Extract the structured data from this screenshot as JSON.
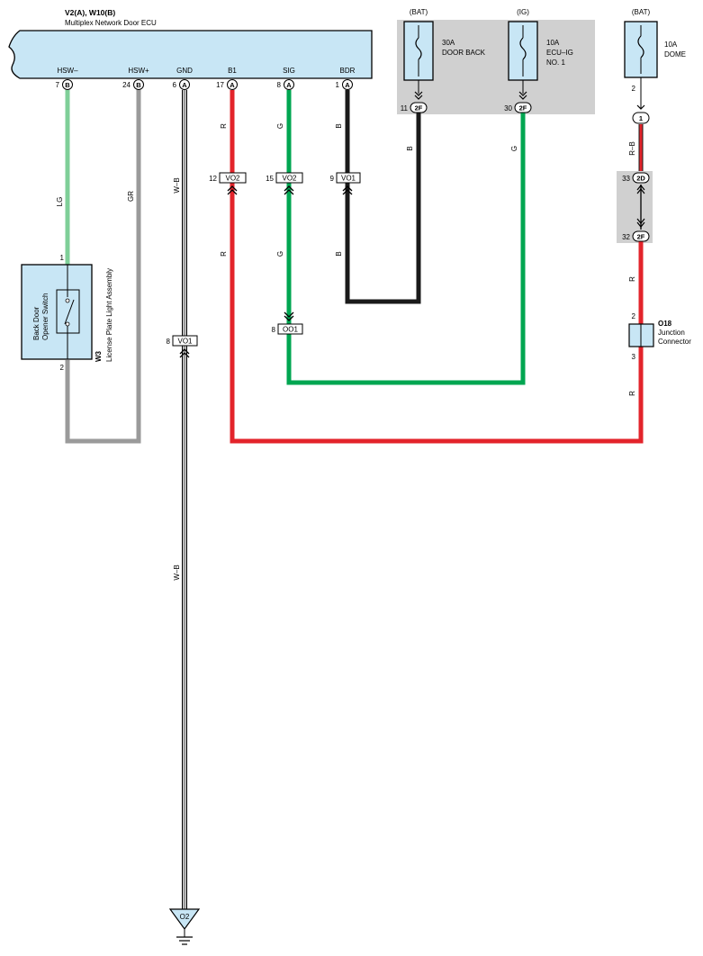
{
  "ecu": {
    "code": "V2(A), W10(B)",
    "name": "Multiplex Network Door ECU",
    "pins": [
      {
        "label": "HSW–",
        "pin": "7",
        "conn": "B"
      },
      {
        "label": "HSW+",
        "pin": "24",
        "conn": "B"
      },
      {
        "label": "GND",
        "pin": "6",
        "conn": "A"
      },
      {
        "label": "B1",
        "pin": "17",
        "conn": "A"
      },
      {
        "label": "SIG",
        "pin": "8",
        "conn": "A"
      },
      {
        "label": "BDR",
        "pin": "1",
        "conn": "A"
      }
    ]
  },
  "fuses": [
    {
      "source": "(BAT)",
      "rating": "30A",
      "name1": "DOOR BACK",
      "name2": "",
      "pin": "11",
      "conn": "2F"
    },
    {
      "source": "(IG)",
      "rating": "10A",
      "name1": "ECU–IG",
      "name2": "NO. 1",
      "pin": "30",
      "conn": "2F"
    },
    {
      "source": "(BAT)",
      "rating": "10A",
      "name1": "DOME",
      "name2": "",
      "pin": "2",
      "conn": ""
    }
  ],
  "dome_path": {
    "top_conn": "1",
    "mid_wire": "R–B",
    "joint_top": {
      "pin": "33",
      "conn": "2D"
    },
    "joint_bottom": {
      "pin": "32",
      "conn": "2F"
    },
    "wire_after": "R"
  },
  "junction": {
    "code": "O18",
    "name1": "Junction",
    "name2": "Connector",
    "pin_in": "2",
    "pin_out": "3",
    "wire_out": "R"
  },
  "switch": {
    "code": "W3",
    "assembly": "License Plate Light Assembly",
    "name1": "Back Door",
    "name2": "Opener Switch",
    "pin_top": "1",
    "pin_bottom": "2"
  },
  "inline_connectors": [
    {
      "pin": "12",
      "conn": "VO2"
    },
    {
      "pin": "15",
      "conn": "VO2"
    },
    {
      "pin": "9",
      "conn": "VO1"
    },
    {
      "pin": "8",
      "conn": "OO1"
    },
    {
      "pin": "8",
      "conn": "VO1"
    }
  ],
  "wire_colors": {
    "LG": "LG",
    "GR": "GR",
    "W_B": "W–B",
    "R": "R",
    "G": "G",
    "B": "B"
  },
  "ground": "O2",
  "colors": {
    "ecu_fill": "#c8e6f5",
    "shade": "#d0d0d0",
    "red": "#e3242b",
    "green": "#00a651",
    "black": "#1a1a1a",
    "gray": "#9a9a9a",
    "light_green": "#7fcf98"
  }
}
